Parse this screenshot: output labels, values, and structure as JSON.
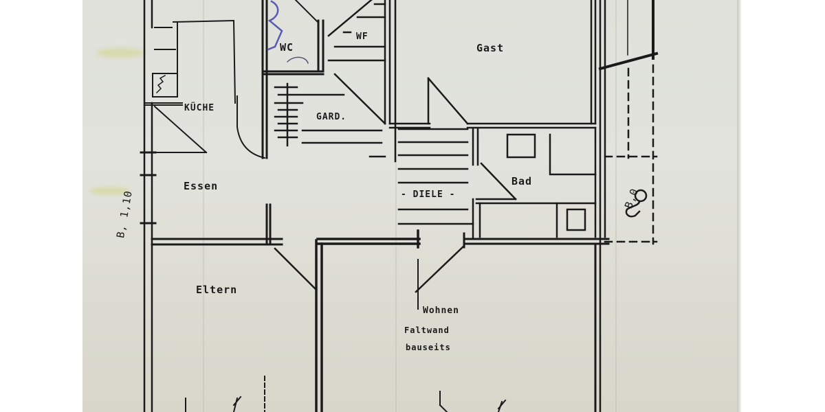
{
  "drawing": {
    "type": "floor plan (photographed print)",
    "background_color": "#e0e1da",
    "ink_color": "#1a1a1a",
    "annotation_color": "#5a5ab4"
  },
  "rooms": [
    {
      "id": "wc",
      "label": "WC"
    },
    {
      "id": "wf",
      "label": "WF"
    },
    {
      "id": "gast",
      "label": "Gast"
    },
    {
      "id": "kueche",
      "label": "KÜCHE"
    },
    {
      "id": "gard",
      "label": "GARD."
    },
    {
      "id": "essen",
      "label": "Essen"
    },
    {
      "id": "bad",
      "label": "Bad"
    },
    {
      "id": "diele",
      "label": "- DIELE -"
    },
    {
      "id": "eltern",
      "label": "Eltern"
    },
    {
      "id": "wohnen",
      "label": "Wohnen"
    }
  ],
  "notes": {
    "faltwand": "Faltwand",
    "bauseits": "bauseits",
    "dim_left": "B, 1,10",
    "dim_right": "B,0"
  }
}
